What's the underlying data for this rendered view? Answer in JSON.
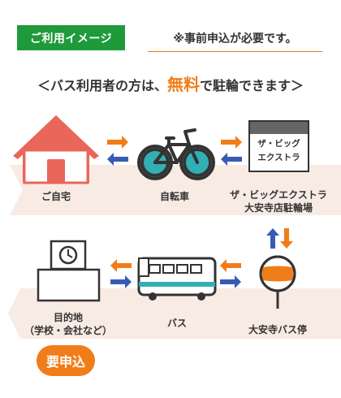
{
  "badge": "ご利用イメージ",
  "note": "※事前申込が必要です。",
  "headline": {
    "prefix": "＜バス利用者の方は、",
    "highlight": "無料",
    "suffix": "で駐輪できます＞"
  },
  "sign": {
    "line1": "ザ・ビッグ",
    "line2": "エクストラ"
  },
  "row1": {
    "home": "ご自宅",
    "bicycle": "自転車",
    "store_line1": "ザ・ビッグエクストラ",
    "store_line2": "大安寺店駐輪場"
  },
  "row2": {
    "destination_line1": "目的地",
    "destination_line2": "（学校・会社など）",
    "bus": "バス",
    "bus_stop": "大安寺バス停"
  },
  "apply_button": "要申込",
  "colors": {
    "green": "#1f9a3a",
    "orange": "#f07d19",
    "blue": "#3a5bb4",
    "band": "#f8ebe4",
    "home_red": "#e8675a",
    "teal": "#30b0b5"
  }
}
